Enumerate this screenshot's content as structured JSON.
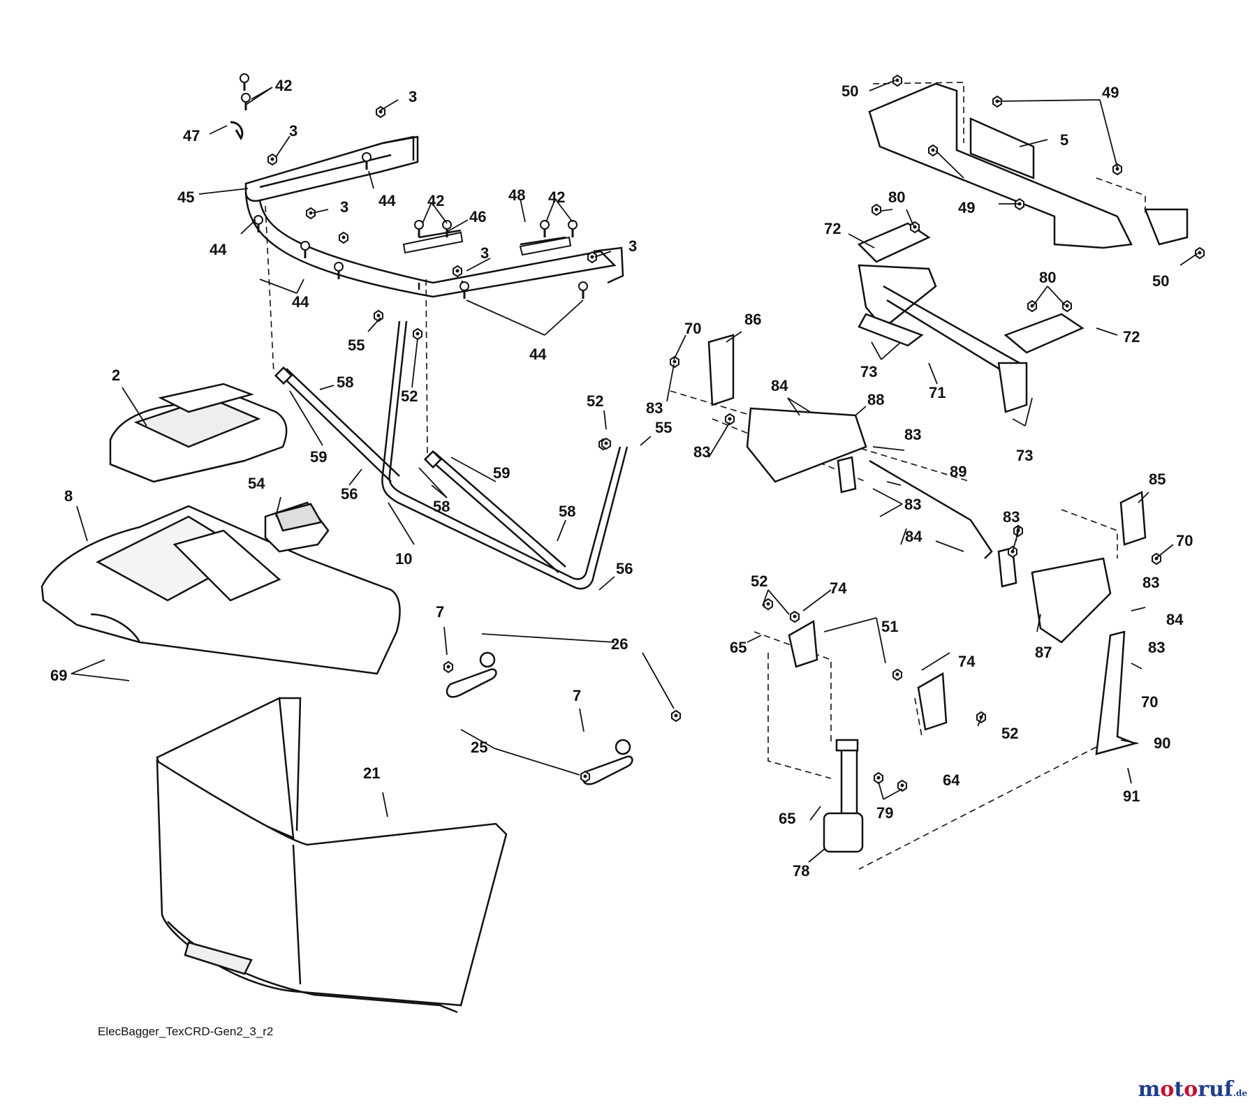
{
  "diagram": {
    "drawing_code": "ElecBagger_TexCRD-Gen2_3_r2",
    "watermark": {
      "main": "motoruf",
      "suffix": ".de",
      "colors": [
        "#1f3e8c",
        "#c8102e"
      ]
    },
    "labels": [
      {
        "id": "l42a",
        "text": "42"
      },
      {
        "id": "l47",
        "text": "47"
      },
      {
        "id": "l3a",
        "text": "3"
      },
      {
        "id": "l3b",
        "text": "3"
      },
      {
        "id": "l45",
        "text": "45"
      },
      {
        "id": "l44a",
        "text": "44"
      },
      {
        "id": "l44b",
        "text": "44"
      },
      {
        "id": "l3c",
        "text": "3"
      },
      {
        "id": "l44c",
        "text": "44"
      },
      {
        "id": "l42b",
        "text": "42"
      },
      {
        "id": "l46",
        "text": "46"
      },
      {
        "id": "l48",
        "text": "48"
      },
      {
        "id": "l42c",
        "text": "42"
      },
      {
        "id": "l3d",
        "text": "3"
      },
      {
        "id": "l3e",
        "text": "3"
      },
      {
        "id": "l44d",
        "text": "44"
      },
      {
        "id": "l55a",
        "text": "55"
      },
      {
        "id": "l52a",
        "text": "52"
      },
      {
        "id": "l58a",
        "text": "58"
      },
      {
        "id": "l2",
        "text": "2"
      },
      {
        "id": "l59a",
        "text": "59"
      },
      {
        "id": "l56a",
        "text": "56"
      },
      {
        "id": "l54",
        "text": "54"
      },
      {
        "id": "l8",
        "text": "8"
      },
      {
        "id": "l59b",
        "text": "59"
      },
      {
        "id": "l58b",
        "text": "58"
      },
      {
        "id": "l10",
        "text": "10"
      },
      {
        "id": "l52b",
        "text": "52"
      },
      {
        "id": "l55b",
        "text": "55"
      },
      {
        "id": "l58c",
        "text": "58"
      },
      {
        "id": "l56b",
        "text": "56"
      },
      {
        "id": "l69",
        "text": "69"
      },
      {
        "id": "l7a",
        "text": "7"
      },
      {
        "id": "l26",
        "text": "26"
      },
      {
        "id": "l7b",
        "text": "7"
      },
      {
        "id": "l25",
        "text": "25"
      },
      {
        "id": "l21",
        "text": "21"
      },
      {
        "id": "l50a",
        "text": "50"
      },
      {
        "id": "l49a",
        "text": "49"
      },
      {
        "id": "l5",
        "text": "5"
      },
      {
        "id": "l49b",
        "text": "49"
      },
      {
        "id": "l50b",
        "text": "50"
      },
      {
        "id": "l80a",
        "text": "80"
      },
      {
        "id": "l72a",
        "text": "72"
      },
      {
        "id": "l80b",
        "text": "80"
      },
      {
        "id": "l72b",
        "text": "72"
      },
      {
        "id": "l73a",
        "text": "73"
      },
      {
        "id": "l71",
        "text": "71"
      },
      {
        "id": "l73b",
        "text": "73"
      },
      {
        "id": "l70a",
        "text": "70"
      },
      {
        "id": "l86",
        "text": "86"
      },
      {
        "id": "l83a",
        "text": "83"
      },
      {
        "id": "l84a",
        "text": "84"
      },
      {
        "id": "l88",
        "text": "88"
      },
      {
        "id": "l83b",
        "text": "83"
      },
      {
        "id": "l83c",
        "text": "83"
      },
      {
        "id": "l89",
        "text": "89"
      },
      {
        "id": "l83d",
        "text": "83"
      },
      {
        "id": "l84b",
        "text": "84"
      },
      {
        "id": "l85",
        "text": "85"
      },
      {
        "id": "l83e",
        "text": "83"
      },
      {
        "id": "l70b",
        "text": "70"
      },
      {
        "id": "l83f",
        "text": "83"
      },
      {
        "id": "l84c",
        "text": "84"
      },
      {
        "id": "l87",
        "text": "87"
      },
      {
        "id": "l83g",
        "text": "83"
      },
      {
        "id": "l70c",
        "text": "70"
      },
      {
        "id": "l52c",
        "text": "52"
      },
      {
        "id": "l74a",
        "text": "74"
      },
      {
        "id": "l51",
        "text": "51"
      },
      {
        "id": "l65a",
        "text": "65"
      },
      {
        "id": "l74b",
        "text": "74"
      },
      {
        "id": "l52d",
        "text": "52"
      },
      {
        "id": "l64",
        "text": "64"
      },
      {
        "id": "l90",
        "text": "90"
      },
      {
        "id": "l79",
        "text": "79"
      },
      {
        "id": "l91",
        "text": "91"
      },
      {
        "id": "l65b",
        "text": "65"
      },
      {
        "id": "l78",
        "text": "78"
      }
    ]
  }
}
